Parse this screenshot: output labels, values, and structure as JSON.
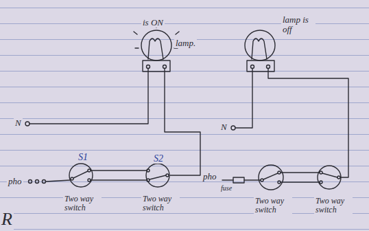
{
  "diagram": {
    "labels": [
      "is ON",
      "lamp.",
      "lamp is off",
      "N",
      "N",
      "S1",
      "S2",
      "pho",
      "pho",
      "fuse",
      "Two way switch",
      "Two way switch",
      "Two way switch",
      "Two way switch",
      "R"
    ]
  }
}
